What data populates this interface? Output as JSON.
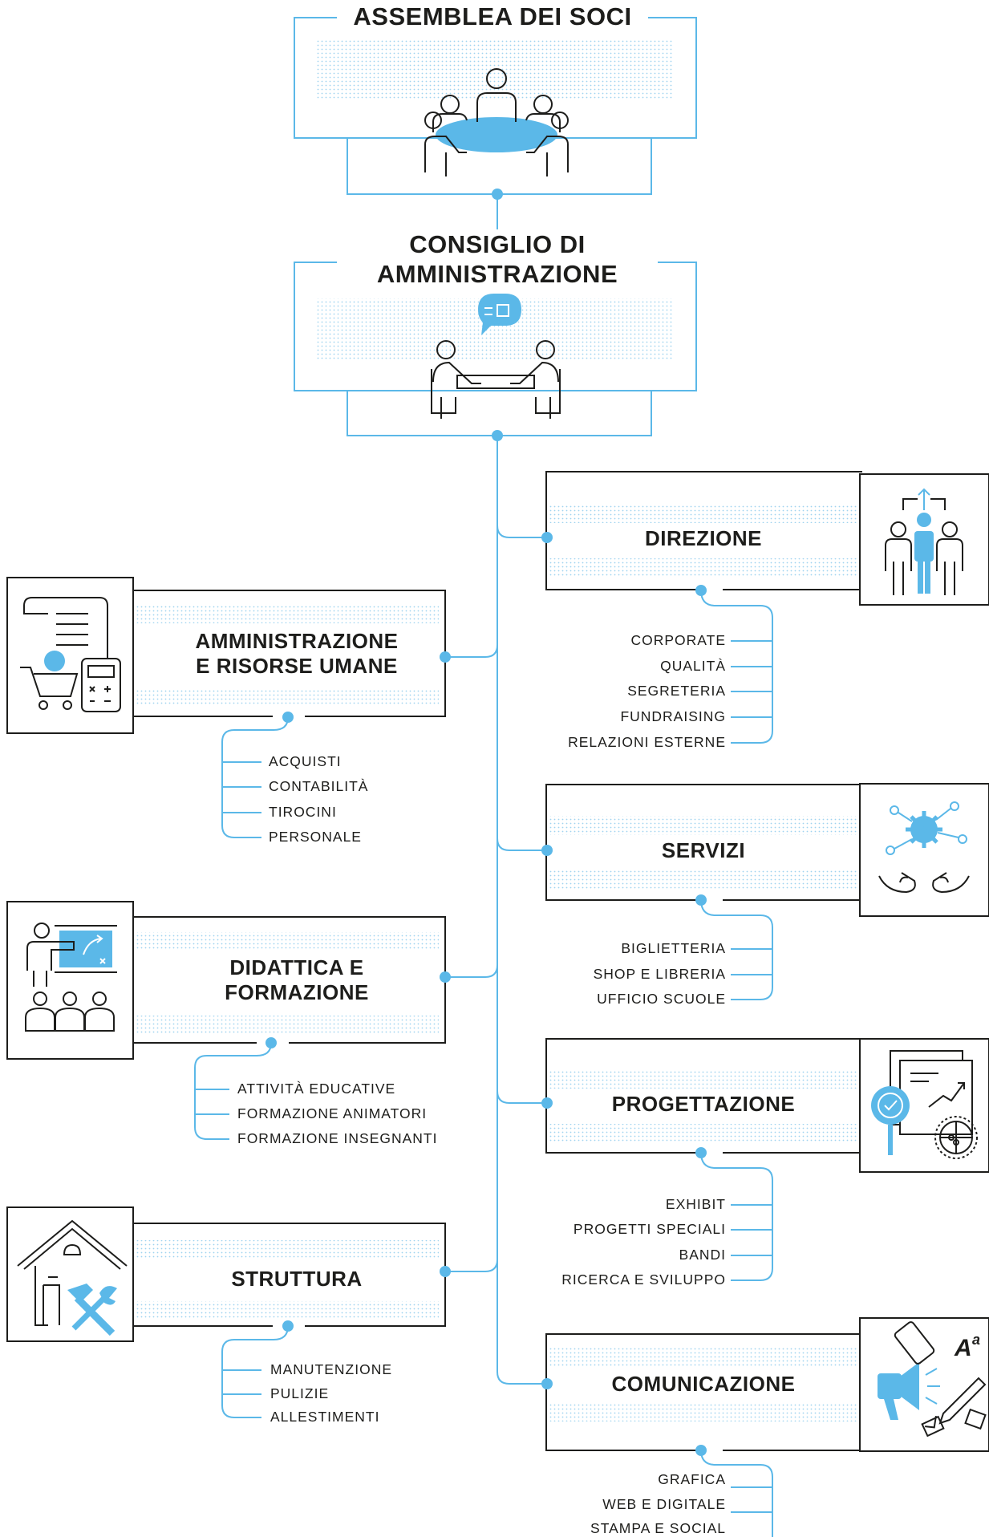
{
  "colors": {
    "accent": "#5bb8e8",
    "line": "#1d1d1b",
    "dots": "#9fd3f0",
    "text": "#1d1d1b"
  },
  "assembly": {
    "title": "ASSEMBLEA DEI SOCI",
    "icon": "meeting-table-icon"
  },
  "board": {
    "title_line1": "CONSIGLIO DI",
    "title_line2": "AMMINISTRAZIONE",
    "icon": "board-discussion-icon"
  },
  "left_units": [
    {
      "title_line1": "AMMINISTRAZIONE",
      "title_line2": "E RISORSE UMANE",
      "icon": "purchase-calculator-icon",
      "items": [
        "ACQUISTI",
        "CONTABILITÀ",
        "TIROCINI",
        "PERSONALE"
      ]
    },
    {
      "title_line1": "DIDATTICA E",
      "title_line2": "FORMAZIONE",
      "icon": "teacher-class-icon",
      "items": [
        "ATTIVITÀ EDUCATIVE",
        "FORMAZIONE ANIMATORI",
        "FORMAZIONE INSEGNANTI"
      ]
    },
    {
      "title_line1": "STRUTTURA",
      "title_line2": "",
      "icon": "building-tools-icon",
      "items": [
        "MANUTENZIONE",
        "PULIZIE",
        "ALLESTIMENTI"
      ]
    }
  ],
  "right_units": [
    {
      "title": "DIREZIONE",
      "icon": "leadership-team-icon",
      "items": [
        "CORPORATE",
        "QUALITÀ",
        "SEGRETERIA",
        "FUNDRAISING",
        "RELAZIONI ESTERNE"
      ]
    },
    {
      "title": "SERVIZI",
      "icon": "service-gear-hands-icon",
      "items": [
        "BIGLIETTERIA",
        "SHOP E LIBRERIA",
        "UFFICIO SCUOLE"
      ]
    },
    {
      "title": "PROGETTAZIONE",
      "icon": "project-analysis-icon",
      "items": [
        "EXHIBIT",
        "PROGETTI SPECIALI",
        "BANDI",
        "RICERCA E SVILUPPO"
      ]
    },
    {
      "title": "COMUNICAZIONE",
      "icon": "megaphone-media-icon",
      "items": [
        "GRAFICA",
        "WEB E DIGITALE",
        "STAMPA E SOCIAL"
      ]
    }
  ]
}
